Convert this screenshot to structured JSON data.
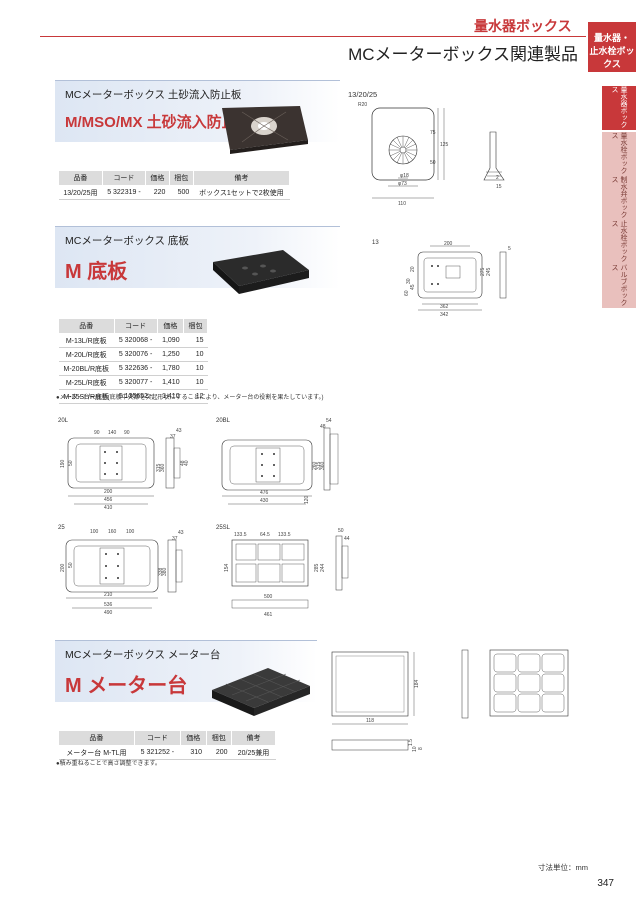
{
  "header": {
    "category": "量水器ボックス",
    "title": "MCメーターボックス関連製品",
    "tab_label": "量水器・\n止水栓ボックス"
  },
  "side_tabs": [
    "量水器ボックス",
    "量水栓ボックス",
    "制水弁ボックス",
    "止水栓ボックス",
    "バルブボックス"
  ],
  "section1": {
    "subtitle": "MCメーターボックス 土砂流入防止板",
    "product_name": "M/MSO/MX 土砂流入防止板",
    "headers": [
      "品番",
      "コード",
      "価格",
      "梱包",
      "備考"
    ],
    "rows": [
      [
        "13/20/25用",
        "5 322319 -",
        "220",
        "500",
        "ボックス1セットで2枚使用"
      ]
    ],
    "drawing_label": "13/20/25",
    "dims": [
      "R20",
      "75",
      "125",
      "50",
      "φ18",
      "φ73",
      "110",
      "2",
      "15"
    ]
  },
  "section2": {
    "subtitle": "MCメーターボックス 底板",
    "product_name": "M 底板",
    "headers": [
      "品番",
      "コード",
      "価格",
      "梱包"
    ],
    "rows": [
      [
        "M-13L/R底板",
        "5 320068 -",
        "1,090",
        "15"
      ],
      [
        "M-20L/R底板",
        "5 320076 -",
        "1,250",
        "10"
      ],
      [
        "M-20BL/R底板",
        "5 322636 -",
        "1,780",
        "10"
      ],
      [
        "M-25L/R底板",
        "5 320077 -",
        "1,410",
        "10"
      ],
      [
        "M-25SL/R底板",
        "5 135652 -",
        "1,410",
        "12"
      ]
    ],
    "note": "●メーター台一体型(底板中央部を突起形状にすることにより、メーター台の役割を果たしています。)",
    "drawings": {
      "d13": {
        "label": "13",
        "dims": [
          "200",
          "362",
          "342",
          "275",
          "245",
          "30",
          "20",
          "45",
          "60",
          "5"
        ]
      },
      "d20": {
        "label": "20L",
        "dims": [
          "90",
          "140",
          "90",
          "43",
          "37",
          "190",
          "50",
          "200",
          "456",
          "410",
          "315",
          "360",
          "48",
          "40"
        ]
      },
      "d20b": {
        "label": "20BL",
        "dims": [
          "54",
          "48",
          "476",
          "430",
          "260",
          "315",
          "360",
          "120"
        ]
      },
      "d25": {
        "label": "25",
        "dims": [
          "100",
          "160",
          "100",
          "43",
          "37",
          "200",
          "50",
          "210",
          "536",
          "490",
          "338",
          "380"
        ]
      },
      "d25s": {
        "label": "25SL",
        "dims": [
          "133.5",
          "64.5",
          "133.5",
          "50",
          "44",
          "154",
          "285",
          "244",
          "500",
          "461"
        ]
      }
    }
  },
  "section3": {
    "subtitle": "MCメーターボックス メーター台",
    "product_name": "M メーター台",
    "headers": [
      "品番",
      "コード",
      "価格",
      "梱包",
      "備考"
    ],
    "rows": [
      [
        "メーター台 M-TL用",
        "5 321252 -",
        "310",
        "200",
        "20/25兼用"
      ]
    ],
    "note": "●積み重ねることで高さ調整できます。",
    "dims": [
      "118",
      "184",
      "1.5",
      "10",
      "8"
    ]
  },
  "footer": {
    "unit": "寸法単位：mm",
    "page": "347"
  },
  "colors": {
    "accent": "#c8383a",
    "banner": "#dde6f3"
  }
}
